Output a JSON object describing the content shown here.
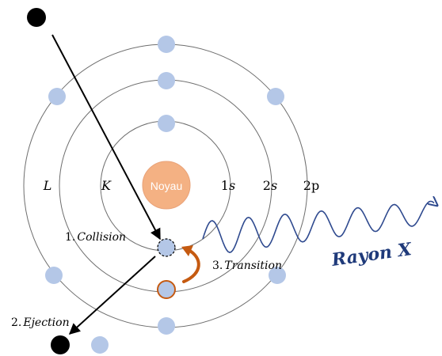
{
  "nucleus": {
    "label": "Noyau"
  },
  "shell_labels": {
    "l": "L",
    "k": "K",
    "s1": "1",
    "s1_sub": "s",
    "s2": "2",
    "s2_sub": "s",
    "p2": "2p"
  },
  "steps": {
    "collision": {
      "num": "1.",
      "text": "Collision"
    },
    "ejection": {
      "num": "2.",
      "text": "Ejection"
    },
    "transition": {
      "num": "3.",
      "text": "Transition"
    }
  },
  "xray": {
    "label": "Rayon X"
  },
  "colors": {
    "electron": "#b4c7e7",
    "nucleus_fill": "#f4b183",
    "nucleus_stroke": "#e9a278",
    "arrow_orange": "#c55a11",
    "wave": "#2f4a8f",
    "xray_text": "#1f3a7a",
    "shell": "#6e6e6e"
  }
}
